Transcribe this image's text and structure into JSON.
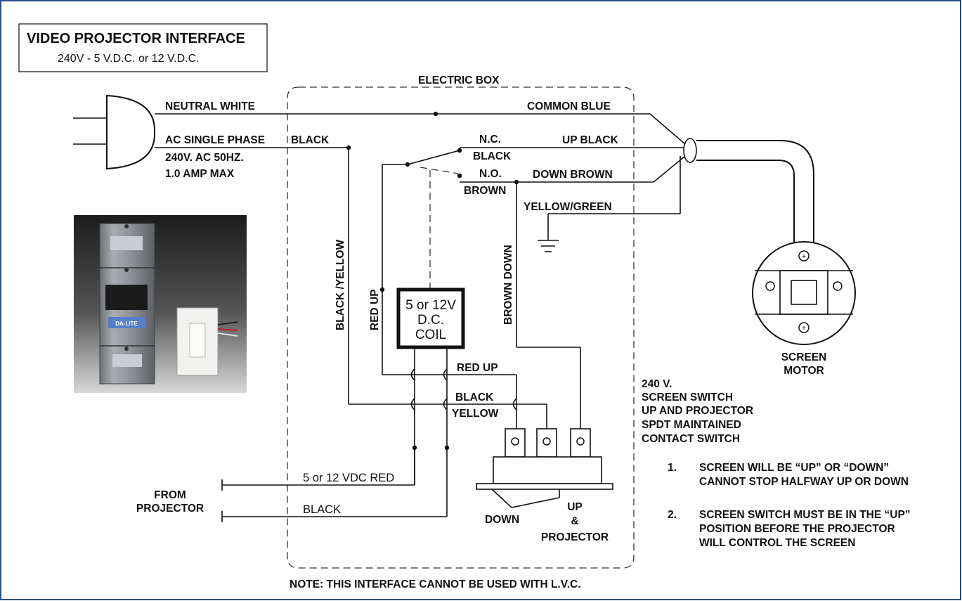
{
  "title": {
    "main": "VIDEO PROJECTOR INTERFACE",
    "sub": "240V - 5 V.D.C. or 12 V.D.C."
  },
  "box_label": "ELECTRIC BOX",
  "wires": {
    "neutral": "NEUTRAL  WHITE",
    "common": "COMMON BLUE",
    "ac_phase": "AC SINGLE PHASE",
    "black": "BLACK",
    "ac_rating1": "240V. AC 50HZ.",
    "ac_rating2": "1.0 AMP MAX",
    "nc": "N.C.",
    "nc_black": "BLACK",
    "no": "N.O.",
    "no_brown": "BROWN",
    "up_black": "UP BLACK",
    "down_brown": "DOWN BROWN",
    "yellow_green": "YELLOW/GREEN",
    "black_yellow": "BLACK /YELLOW",
    "red_up_v": "RED UP",
    "brown_down_v": "BROWN DOWN",
    "red_up_h": "RED UP",
    "black_h": "BLACK",
    "yellow_h": "YELLOW",
    "vdc_red": "5 or 12 VDC RED",
    "black_in": "BLACK"
  },
  "coil": {
    "line1": "5 or 12V",
    "line2": "D.C.",
    "line3": "COIL"
  },
  "projector": {
    "line1": "FROM",
    "line2": "PROJECTOR"
  },
  "motor": {
    "line1": "SCREEN",
    "line2": "MOTOR"
  },
  "switch": {
    "down": "DOWN",
    "up1": "UP",
    "up2": "&",
    "up3": "PROJECTOR"
  },
  "spec": [
    "240 V.",
    "SCREEN SWITCH",
    "UP AND PROJECTOR",
    "SPDT MAINTAINED",
    "CONTACT SWITCH"
  ],
  "notes": [
    {
      "num": "1.",
      "line1": "SCREEN WILL BE “UP” OR “DOWN”",
      "line2": "CANNOT STOP HALFWAY UP OR DOWN"
    },
    {
      "num": "2.",
      "line1": "SCREEN SWITCH MUST BE IN THE “UP”",
      "line2": "POSITION BEFORE THE PROJECTOR",
      "line3": "WILL CONTROL THE SCREEN"
    }
  ],
  "footnote": "NOTE:  THIS INTERFACE CANNOT BE USED WITH L.V.C.",
  "photo_label": "DA-LITE"
}
